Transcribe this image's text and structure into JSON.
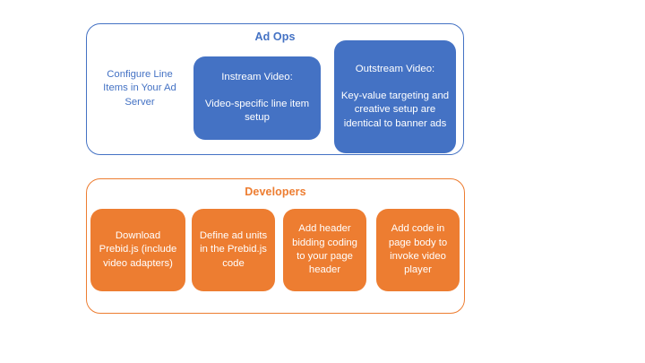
{
  "diagram": {
    "groups": [
      {
        "name": "ad-ops",
        "title": "Ad Ops",
        "accent_color": "#4472C4",
        "plain_cells": [
          {
            "name": "configure-line-items",
            "text": "Configure Line Items in Your Ad Server"
          }
        ],
        "boxes": [
          {
            "name": "instream-video",
            "title": "Instream Video:",
            "body": "Video-specific line item setup",
            "fill_color": "#4472C4",
            "text_color": "#FFFFFF"
          },
          {
            "name": "outstream-video",
            "title": "Outstream Video:",
            "body": "Key-value targeting and creative setup are identical to banner ads",
            "fill_color": "#4472C4",
            "text_color": "#FFFFFF"
          }
        ]
      },
      {
        "name": "developers",
        "title": "Developers",
        "accent_color": "#ED7D31",
        "boxes": [
          {
            "name": "download-prebid",
            "body": "Download Prebid.js (include video adapters)",
            "fill_color": "#ED7D31",
            "text_color": "#FFFFFF"
          },
          {
            "name": "define-ad-units",
            "body": "Define ad units in the Prebid.js code",
            "fill_color": "#ED7D31",
            "text_color": "#FFFFFF"
          },
          {
            "name": "add-header-bidding-code",
            "body": "Add header bidding coding to your page header",
            "fill_color": "#ED7D31",
            "text_color": "#FFFFFF"
          },
          {
            "name": "add-page-body-code",
            "body": "Add code in page body to invoke video player",
            "fill_color": "#ED7D31",
            "text_color": "#FFFFFF"
          }
        ]
      }
    ]
  }
}
